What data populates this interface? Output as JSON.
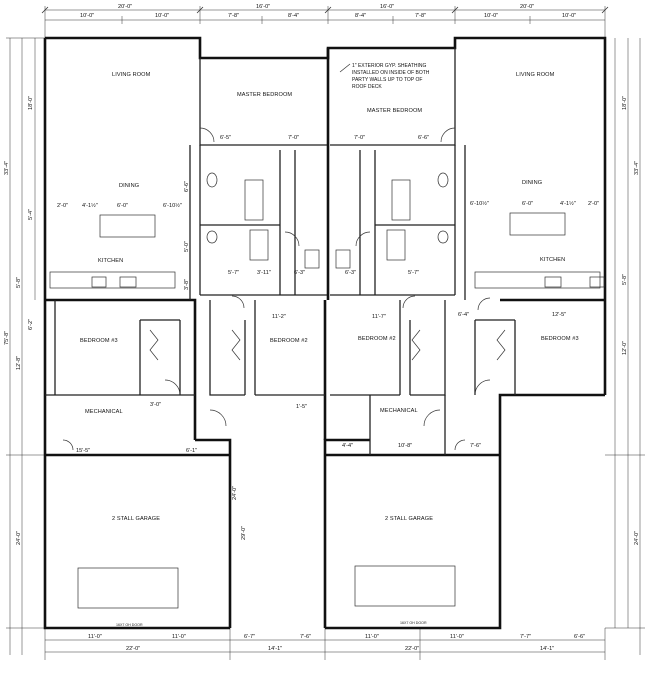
{
  "rooms": {
    "living_room_left": "LIVING ROOM",
    "living_room_right": "LIVING ROOM",
    "master_bedroom_left": "MASTER BEDROOM",
    "master_bedroom_right": "MASTER BEDROOM",
    "dining_left": "DINING",
    "dining_right": "DINING",
    "kitchen_left": "KITCHEN",
    "kitchen_right": "KITCHEN",
    "bedroom3_left": "BEDROOM #3",
    "bedroom2_left": "BEDROOM #2",
    "bedroom2_right": "BEDROOM #2",
    "bedroom3_right": "BEDROOM #3",
    "mechanical_left": "MECHANICAL",
    "mechanical_right": "MECHANICAL",
    "garage_left": "2 STALL GARAGE",
    "garage_right": "2 STALL GARAGE"
  },
  "note": [
    "1\" EXTERIOR GYP. SHEATHING",
    "INSTALLED ON INSIDE OF BOTH",
    "PARTY WALLS UP TO TOP OF",
    "ROOF DECK"
  ],
  "door_notes": {
    "garage_door_left": "16X7 OH DOOR",
    "garage_door_right": "16X7 OH DOOR"
  },
  "dimensions": {
    "top_20_0_left": "20'-0\"",
    "top_10_0_a": "10'-0\"",
    "top_10_0_b": "10'-0\"",
    "top_16_0_left": "16'-0\"",
    "top_7_8_left": "7'-8\"",
    "top_8_4_left": "8'-4\"",
    "top_16_0_right": "16'-0\"",
    "top_8_4_right": "8'-4\"",
    "top_7_8_right": "7'-8\"",
    "top_20_0_right": "20'-0\"",
    "top_10_0_c": "10'-0\"",
    "top_10_0_d": "10'-0\"",
    "left_33_4": "33'-4\"",
    "left_75_8": "75'-8\"",
    "left_24_0": "24'-0\"",
    "left_18_0": "18'-0\"",
    "left_5_4": "5'-4\"",
    "left_12_8": "12'-8\"",
    "left_5_8": "5'-8\"",
    "left_6_2": "6'-2\"",
    "right_33_4": "33'-4\"",
    "right_18_0": "18'-0\"",
    "right_24_0": "24'-0\"",
    "right_12_0": "12'-0\"",
    "right_5_8": "5'-8\"",
    "bot_11_0_a": "11'-0\"",
    "bot_11_0_b": "11'-0\"",
    "bot_6_7": "6'-7\"",
    "bot_7_6": "7'-6\"",
    "bot_11_0_c": "11'-0\"",
    "bot_11_0_d": "11'-0\"",
    "bot_7_7": "7'-7\"",
    "bot_6_6": "6'-6\"",
    "bot_22_0_left": "22'-0\"",
    "bot_14_1_left": "14'-1\"",
    "bot_22_0_right": "22'-0\"",
    "bot_14_1_right": "14'-1\"",
    "d_15_5": "15'-5\"",
    "d_6_1": "6'-1\"",
    "d_3_0": "3'-0\"",
    "d_4_1_2_a": "4'-1½\"",
    "d_6_0_a": "6'-0\"",
    "d_6_10_a": "6'-10½\"",
    "d_2_0_a": "2'-0\"",
    "d_6_5": "6'-5\"",
    "d_7_0_a": "7'-0\"",
    "d_7_0_b": "7'-0\"",
    "d_6_6": "6'-6\"",
    "d_5_7_a": "5'-7\"",
    "d_3_11": "3'-11\"",
    "d_6_3_a": "6'-3\"",
    "d_6_3_b": "6'-3\"",
    "d_5_7_b": "5'-7\"",
    "d_11_2": "11'-2\"",
    "d_11_7": "11'-7\"",
    "d_12_5": "12'-5\"",
    "d_6_4": "6'-4\"",
    "d_1_5": "1'-5\"",
    "d_10_8": "10'-8\"",
    "d_4_4": "4'-4\"",
    "d_7_6_a": "7'-6\"",
    "d_6_10_b": "6'-10½\"",
    "d_6_0_b": "6'-0\"",
    "d_4_1_2_b": "4'-1½\"",
    "d_2_0_b": "2'-0\"",
    "d_3_8": "3'-8\"",
    "d_5_0": "5'-0\"",
    "d_6_6b": "6'-6\"",
    "d_29_0": "29'-0\"",
    "d_24_0_mid": "24'-0\""
  }
}
